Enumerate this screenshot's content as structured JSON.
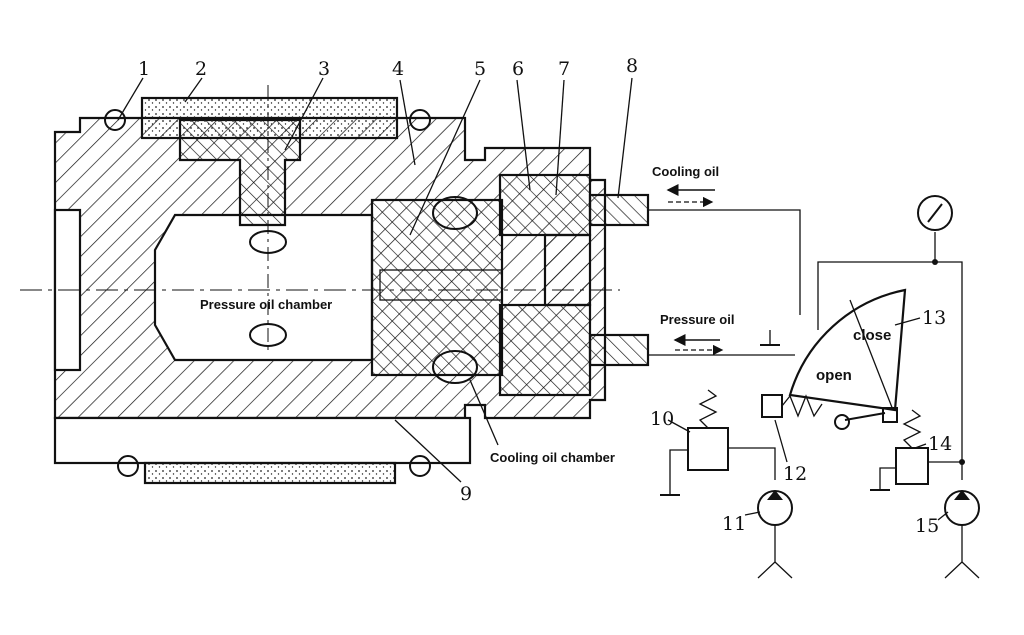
{
  "part_numbers": [
    "1",
    "2",
    "3",
    "4",
    "5",
    "6",
    "7",
    "8",
    "9",
    "10",
    "11",
    "12",
    "13",
    "14",
    "15"
  ],
  "labels": {
    "cooling_oil": "Cooling oil",
    "pressure_oil": "Pressure oil",
    "pressure_oil_chamber": "Pressure oil chamber",
    "cooling_oil_chamber": "Cooling oil chamber",
    "close": "close",
    "open": "open"
  }
}
